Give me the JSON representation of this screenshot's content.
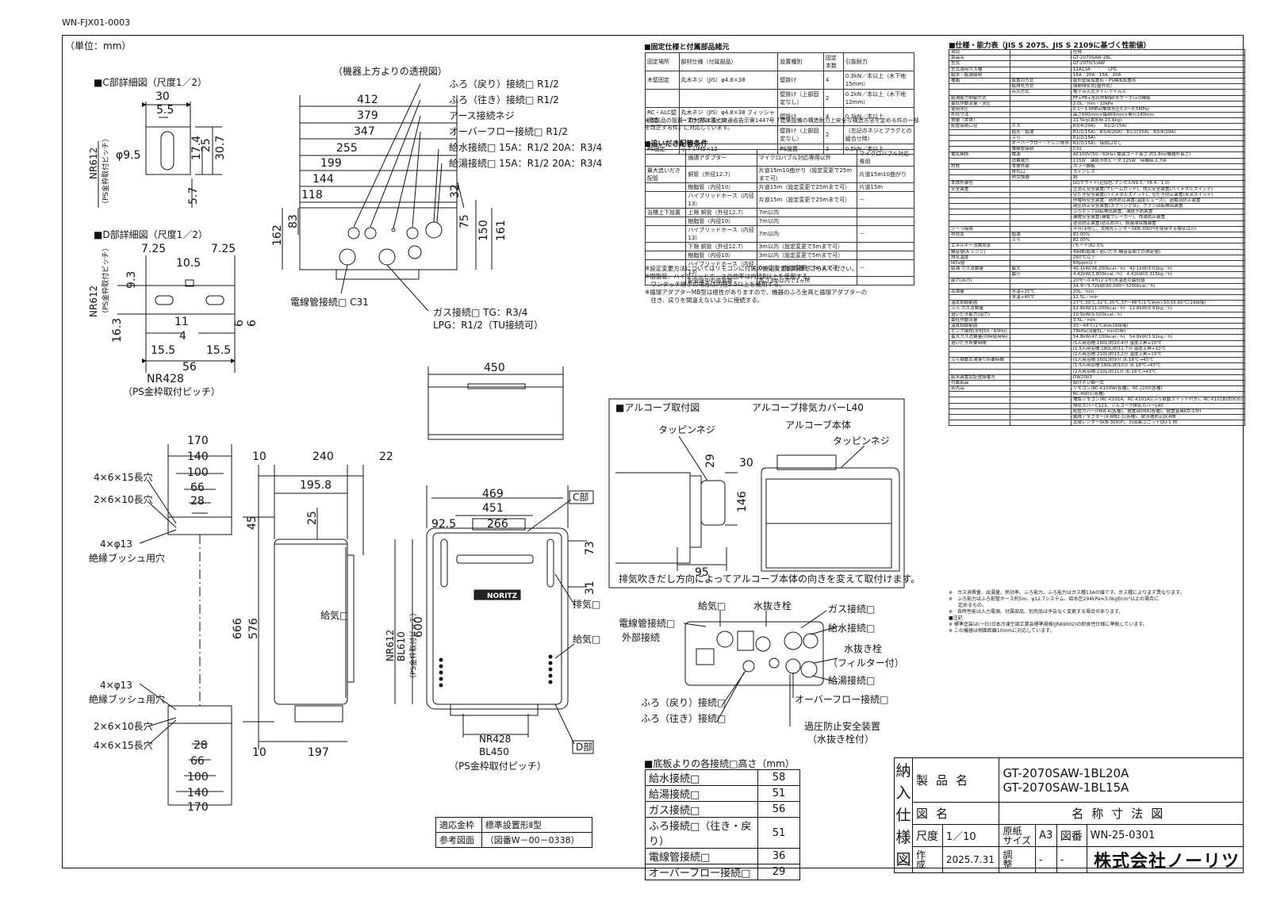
{
  "doc_id": "WN-FJX01-0003",
  "unit_label": "（単位：mm）",
  "detail_c": {
    "title": "■C部詳細図（尺度1／2）",
    "dims": [
      "30",
      "5.5",
      "φ9.5",
      "17.4",
      "25",
      "30.7",
      "5.7"
    ],
    "pitch": "NR612",
    "pitch_note": "（PS金枠取付ピッチ）"
  },
  "detail_d": {
    "title": "■D部詳細図（尺度1／2）",
    "dims": [
      "7.25",
      "7.25",
      "10.5",
      "9.3",
      "16.3",
      "6",
      "6",
      "11",
      "4",
      "15.5",
      "15.5",
      "56"
    ],
    "pitch_v": "NR612",
    "pitch_v_note": "（PS金枠取付ピッチ）",
    "pitch_h": "NR428",
    "pitch_h_note": "（PS金枠取付ピッチ）"
  },
  "top_view": {
    "title": "（機器上方よりの透視図）",
    "dims": [
      "412",
      "379",
      "347",
      "255",
      "199",
      "144",
      "118",
      "162",
      "83",
      "32",
      "75",
      "150",
      "161"
    ],
    "callouts": [
      "ふろ（戻り）接続□ R1/2",
      "ふろ（往き）接続□ R1/2",
      "アース接続ネジ",
      "オーバーフロー接続□ R1/2",
      "給水接続□ 15A：R1/2 20A：R3/4",
      "給湯接続□ 15A：R1/2 20A：R3/4"
    ],
    "conduit": "電線管接続□ C31",
    "gas1": "ガス接続□ TG：R3/4",
    "gas2": "LPG：R1/2（TU接続可）"
  },
  "bracket_view": {
    "dims": [
      "170",
      "140",
      "100",
      "66",
      "28"
    ],
    "hole1": "4×6×15長穴",
    "hole2": "2×6×10長穴",
    "hole3": "4×φ13",
    "bush": "絶縁ブッシュ用穴",
    "hole4": "4×φ13",
    "bush2": "絶縁ブッシュ用穴",
    "hole5": "2×6×10長穴",
    "hole6": "4×6×15長穴",
    "bottom_dims": [
      "28",
      "66",
      "100",
      "140",
      "170"
    ]
  },
  "side_view": {
    "dims": [
      "10",
      "240",
      "22",
      "195.8",
      "45",
      "25",
      "666",
      "576",
      "10",
      "197"
    ],
    "intake": "給気□",
    "pitch": "NR612",
    "pitch2": "BL610",
    "pitch_note": "（PS金枠取付ピッチ）",
    "height": "600"
  },
  "front_view": {
    "top_width": "450",
    "dims": [
      "469",
      "451",
      "92.5",
      "266",
      "73",
      "31"
    ],
    "part_c": "C部",
    "part_d": "D部",
    "exhaust": "排気□",
    "intake": "給気□",
    "brand": "NORITZ",
    "pitch1": "NR428",
    "pitch2": "BL450",
    "pitch_note": "（PS金枠取付ピッチ）"
  },
  "alcove": {
    "title": "■アルコーブ取付図",
    "cover": "アルコーブ排気カバーL40",
    "body": "アルコーブ本体",
    "screw1": "タッピンネジ",
    "screw2": "タッピンネジ",
    "dims": [
      "29",
      "30",
      "146",
      "95"
    ],
    "note": "排気吹きだし方向によってアルコーブ本体の向きを変えて取付けます。"
  },
  "bottom_view": {
    "labels_left": [
      "電線管接続□",
      "外部接続",
      "給気□"
    ],
    "drain1": "水抜き栓",
    "gas": "ガス接続□",
    "water": "給水接続□",
    "drain2": "水抜き栓",
    "filter": "（フィルター付）",
    "hot": "給湯接続□",
    "bath_return": "ふろ（戻り）接続□",
    "bath_go": "ふろ（往き）接続□",
    "overflow": "オーバーフロー接続□",
    "relief": "過圧防止安全装置",
    "relief2": "（水抜き栓付）"
  },
  "height_table": {
    "title": "■底板よりの各接続□高さ（mm）",
    "rows": [
      {
        "name": "給水接続□",
        "value": "58"
      },
      {
        "name": "給湯接続□",
        "value": "51"
      },
      {
        "name": "ガス接続□",
        "value": "56"
      },
      {
        "name": "ふろ接続□（往き・戻り）",
        "value": "51"
      },
      {
        "name": "電線管接続□",
        "value": "36"
      },
      {
        "name": "オーバーフロー接続□",
        "value": "29"
      }
    ]
  },
  "ref_table": {
    "r1c1": "適応金枠",
    "r1c2": "標準設置形Ⅱ型",
    "r2c1": "参考図面",
    "r2c2": "（図番W－00－0338）"
  },
  "fixing": {
    "title": "■固定仕様と付属部品諸元",
    "headers": [
      "固定場所",
      "部材仕様（付属部品）",
      "設置種別",
      "固定本数",
      "引抜耐力"
    ],
    "rows": [
      [
        "木壁固定",
        "丸木ネジ（JIS）φ4.8×38",
        "壁掛け",
        "4",
        "0.3kN／本以上（木下地15mm）"
      ],
      [
        "",
        "",
        "壁掛け（上部固定なし）",
        "2",
        "0.2kN／本以上（木下地12mm）"
      ],
      [
        "RC・ALC壁固定",
        "丸木ネジ（JIS）φ4.8×38 フィッシャープラグSX 6×30",
        "壁掛け",
        "4",
        "0.3kN／本以上"
      ],
      [
        "",
        "",
        "壁掛け（上部固定なし）",
        "2",
        "（左記のネジとプラグとの組合せ時）"
      ],
      [
        "PS固定",
        "小ネジM5×12",
        "PS設置",
        "3",
        "0.5kN／本以上"
      ]
    ],
    "note": "※本製品の設置・取付部は国土交通省告示第1447号「建築設備の構造耐力上安全な構造方法を定める件の一部を改正する件」に対応しています。"
  },
  "pipe": {
    "title": "■追いだき配管条件",
    "header": [
      "循環アダプター",
      "マイクロバブル対応専用以外",
      "マイクロバブル対応専用"
    ],
    "rows": [
      [
        "最大追いだき配管",
        "銅管（外径12.7）",
        "片道15m10曲がり（設定変更で25mまで可）",
        "片道15m10曲がり"
      ],
      [
        "",
        "樹脂管（内径10）",
        "片道15m（設定変更で25mまで可）",
        "片道15m"
      ],
      [
        "",
        "ハイブリッドホース（内径13）",
        "片道15m（設定変更で25mまで可）",
        "－"
      ],
      [
        "浴槽上下設置",
        "上限 銅管（外径12.7）",
        "7m以内",
        ""
      ],
      [
        "",
        "樹脂管（内径10）",
        "7m以内",
        ""
      ],
      [
        "",
        "ハイブリッドホース（内径13）",
        "7m以内",
        "－"
      ],
      [
        "",
        "下限 銅管（外径12.7）",
        "3m以内（設定変更で5mまで可）",
        ""
      ],
      [
        "",
        "樹脂管（内径10）",
        "3m以内（設定変更で5mまで可）",
        ""
      ],
      [
        "",
        "ハイブリッドホース（内径13）",
        "0m以内（設定変更で3mまで可）",
        "－"
      ],
      [
        "",
        "配管途中の障害物",
        "高さ3m以内で1ヵ所",
        ""
      ]
    ],
    "notes": [
      "※設定変更方法についてはリモコンに付属の設定変更説明書をごらんください。",
      "※樹脂管、ハイブリッドホースの曲率は内径8以上を使用する。",
      "　ワンタッチ継手の場合は内径5.5以上を使用する。",
      "※循環アダプターMB型は極性がありますので、機器のふろ金具と循環アダプターの",
      "　往き、戻りを間違えないように接続する。"
    ]
  },
  "spec": {
    "title": "■仕様・能力表（JIS S 2075、JIS S 2109に基づく性能値）",
    "rows": [
      [
        "項目",
        "",
        "仕様"
      ],
      [
        "製品名",
        "",
        "GT-2070SAW-1BL"
      ],
      [
        "型式",
        "",
        "GT-2070(S)AW"
      ],
      [
        "型式適用ガス種",
        "",
        "12A13A　　　　LPG"
      ],
      [
        "給水・給湯接続",
        "",
        "15A　20A　15A　20A"
      ],
      [
        "種類",
        "設置の方式",
        "屋外壁掛設置形・PS標準設置形"
      ],
      [
        "",
        "給排気方式",
        "強制排気式(屋外式)"
      ],
      [
        "",
        "点火方式",
        "電子点火式ダイレクト点火"
      ],
      [
        "給湯能力制御方式",
        "",
        "FF+FB+水比例制御(水サーボ)+Q機能"
      ],
      [
        "最低作動流量・水圧",
        "",
        "2.0L／min・10kPa"
      ],
      [
        "使用水圧",
        "",
        "0.1～1.0MPa(推奨水圧0.2～0.5MPa)"
      ],
      [
        "外形寸法",
        "",
        "高さ600mm×幅469mm×奥行240mm"
      ],
      [
        "質量（本体）",
        "",
        "22.5kg(満水時:23.6kg)"
      ],
      [
        "配管接続口径",
        "ガス",
        "R3/4(20A)　　R1/2(15A)"
      ],
      [
        "",
        "給水・給湯",
        "R1/2(15A)　R3/4(20A)　R1/2(15A)　R3/4(20A)"
      ],
      [
        "",
        "ふろ",
        "R1/2(15A)"
      ],
      [
        "",
        "オーバーフロー・ドレン排水",
        "R1/2(15A)／接続口なし"
      ],
      [
        "",
        "電線管接続",
        "C31"
      ],
      [
        "電気関係",
        "電源",
        "AC100V(50／60Hz) 電源コード長さ:約1.8m(機器外長さ)"
      ],
      [
        "",
        "消費電力",
        "115W　凍結予防ヒータ:125W　待機時:1.7W"
      ],
      [
        "材質",
        "本体外装",
        "カラー鋼板"
      ],
      [
        "",
        "排気口",
        "ステンレス"
      ],
      [
        "",
        "熱交換器",
        "銅"
      ],
      [
        "本体外装色",
        "",
        "GQホワイト(近似色:マンセルN9.3／Y8.4／1.0)"
      ],
      [
        "安全装置",
        "",
        "立消え安全装置(フレームロッド)、残火安全装置(バイメタルスイッチ)"
      ],
      [
        "",
        "",
        "空だき安全装置(バイメタルスイッチ)、空だき防止装置(水流スイッチ)"
      ],
      [
        "",
        "",
        "停電時安全装置、過熱防止装置(温度ヒューズ)、過電流防止装置"
      ],
      [
        "",
        "",
        "過圧防止安全装置(スプリング式)、ファン回転検出装置"
      ],
      [
        "",
        "",
        "ふろポンプ回転検出装置、凍結予防装置"
      ],
      [
        "",
        "",
        "漏電安全装置(漏電ブレーカー)、残湯防止装置"
      ],
      [
        "",
        "",
        "逆流防止装置(逆止め弁)、誤遅滞保護装置"
      ],
      [
        "ソーラ接続",
        "",
        "不可(※但し、太陽光レンダーSKB-300円を使用する場合は可)"
      ],
      [
        "熱効率",
        "給湯",
        "83.00%"
      ],
      [
        "",
        "ふろ",
        "82.00%"
      ],
      [
        "エネルギー消費効率",
        "",
        "(モード)82.5%"
      ],
      [
        "騒音値(A レンジ)",
        "",
        "49dB(給湯・追いだき:騒音音面での測定値)"
      ],
      [
        "排気温度",
        "",
        "260℃以下"
      ],
      [
        "NOx値",
        "",
        "60ppm以下"
      ],
      [
        "給湯 ガス消費量",
        "最大",
        "42.1kW(36,200kcal／h)　42.1kW(3.01kg／h)"
      ],
      [
        "",
        "最小",
        "4.42kW(3,800kcal／h)　4.42kW(0.315kg／h)"
      ],
      [
        "能力(出力)",
        "",
        "20号～0.4号(2.1号)水温差の最低値"
      ],
      [
        "",
        "",
        "34.9～3.72kW(30,000～3200kcal／h)"
      ],
      [
        "出湯量",
        "水温+25℃",
        "20L／min"
      ],
      [
        "",
        "水温+40℃",
        "12.5L／min"
      ],
      [
        "温度調節範囲",
        "",
        "27℃,30℃,32℃,35℃,37～48℃(1℃刻み),50,55,60℃(19段階)"
      ],
      [
        "ふろ ガス消費量",
        "",
        "12.8kW(11,000kcal／h)　12.8kW(0.91kg／h)"
      ],
      [
        "追いだき能力(出力)",
        "",
        "10.5kW(9,020kcal／h)"
      ],
      [
        "最低作動流量",
        "",
        "3.5L／min"
      ],
      [
        "温度調節範囲",
        "",
        "33～48℃(1℃刻み16段階)"
      ],
      [
        "ポンプ揚程(水柱50／60Hz)",
        "",
        "78kPa(流量5L／minの時)"
      ],
      [
        "最大ガス消費量(同時使用時)",
        "",
        "54.8kW(47,100kcal／h)　54.8kW(3.91kg／h)"
      ],
      [
        "追いだき所要時間",
        "",
        "(1人用浴槽:160L)約10.4分 温度上昇+10℃"
      ],
      [
        "",
        "",
        "(1.5人用浴槽:180L)約11.7分 温度上昇+10℃"
      ],
      [
        "",
        "",
        "(2人用浴槽:210L)約13.2分 温度上昇+10℃"
      ],
      [
        "ふろ自動お湯張り所要時間",
        "",
        "(1人用浴槽:160L)約9分 水:18℃→43℃"
      ],
      [
        "",
        "",
        "(1.5人用浴槽:180L)約10分 水:18℃→43℃"
      ],
      [
        "",
        "",
        "(2人用浴槽:210L)約11分 水:18℃→43℃"
      ],
      [
        "給水装置認証登録番号",
        "",
        "OW2003"
      ],
      [
        "付属部品",
        "",
        "取付ネジ類一式"
      ],
      [
        "別売品",
        "",
        "リモコン(RC-K100W(各種)、RC-J100(各種)"
      ],
      [
        "",
        "",
        "RC-H001(各種)"
      ],
      [
        "",
        "",
        "増設リモコン(RC-K101A、RC-K101A)(ふろ自動スイッチ付き)、RC-K101B(防水形)"
      ],
      [
        "",
        "",
        "排気カバーC123、アルコーブ排気カバーL40"
      ],
      [
        "",
        "",
        "配管カバー(H68-K(各種)、据置台D66(各種)、据置金具KD-13H"
      ],
      [
        "",
        "",
        "循環アダプター(X-MB2-1(各種)、脱水槽防止JX-MB"
      ],
      [
        "",
        "",
        "太陽レンダーSKB-300(P)、凹出庫ユニットQU-1 他"
      ]
    ],
    "notes": [
      "※　ガス消費量、出湯量、熱効率、ふろ能力、ふろ能力はガス種13Aの値です。ガス種によりまず異なります。",
      "※　ふろ能力はふろ配管ホース約5m、φ12.7システム、給水圧294kPa≒3.0kgf/cm²以上の場合に",
      "　　定めるもの。",
      "※　各時性能は入力電源、付属部品、別売品は予告なく変更する場合があります。",
      "■注記",
      "※ 標準塗装は(一社)日本冷凍空調工業会標準規格(JRA9002)の耐食性仕様に準拠しています。",
      "※ この機器は側面距離10mmに対応しています。"
    ]
  },
  "title_block": {
    "vertical": [
      "納",
      "入",
      "仕",
      "様",
      "図"
    ],
    "product_label": "製品名",
    "product1": "GT-2070SAW-1BL20A",
    "product2": "GT-2070SAW-1BL15A",
    "drawing_label": "図名",
    "drawing_name": "名称寸法図",
    "scale_label": "尺度",
    "scale": "1／10",
    "paper_label1": "原紙",
    "paper_label2": "サイズ",
    "paper": "A3",
    "number_label": "図番",
    "number": "WN-25-0301",
    "made_label1": "作",
    "made_label2": "成",
    "date": "2025.7.31",
    "check_label1": "調",
    "check_label2": "整",
    "check1": "-",
    "check2": "-",
    "company": "株式会社ノーリツ"
  }
}
